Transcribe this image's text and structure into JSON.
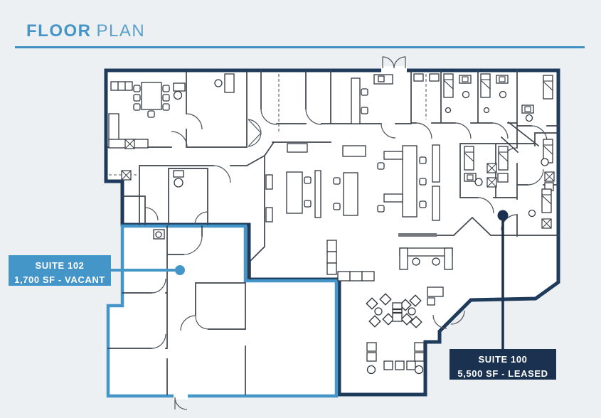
{
  "header": {
    "title_primary": "FLOOR",
    "title_secondary": "PLAN"
  },
  "plan": {
    "suites": [
      {
        "id": "suite-102",
        "line1": "SUITE 102",
        "line2": "1,700 SF - VACANT",
        "outline_color": "#4596c8"
      },
      {
        "id": "suite-100",
        "line1": "SUITE 100",
        "line2": "5,500 SF - LEASED",
        "outline_color": "#1a3150"
      }
    ]
  },
  "colors": {
    "accent_blue": "#4596c8",
    "navy_dark": "#1a3150",
    "building_outline_navy": "#1f3b5c",
    "interior_wall_gray": "#3f444c",
    "background": "#edf0f3",
    "plan_floor": "#ffffff",
    "label_text": "#ffffff"
  }
}
